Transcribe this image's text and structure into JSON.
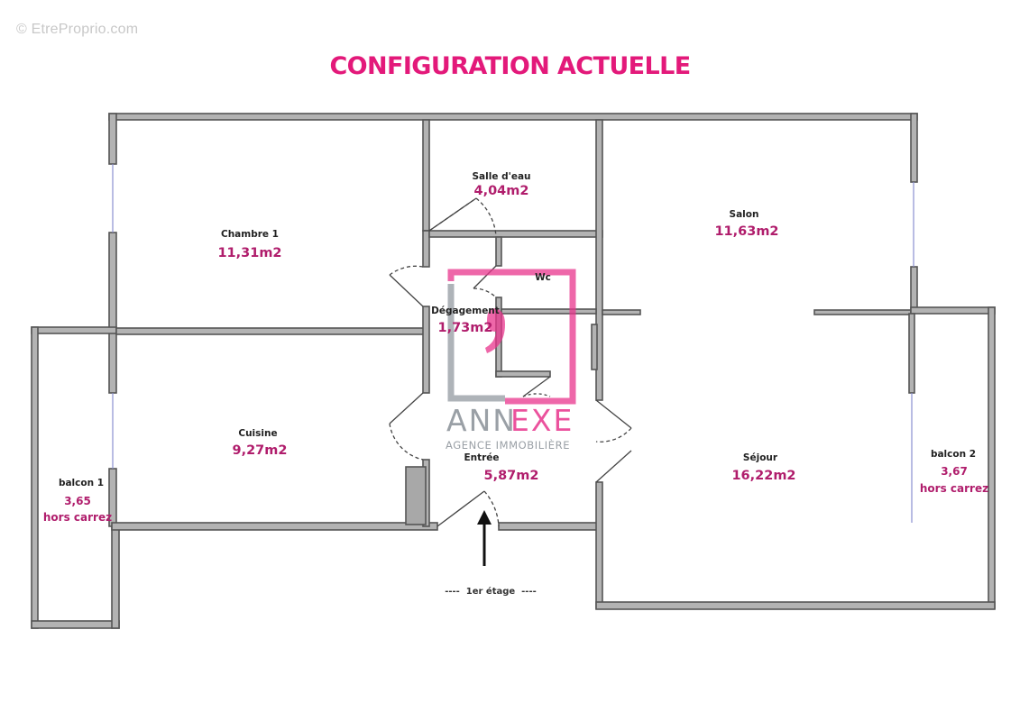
{
  "watermark_site": "© EtreProprio.com",
  "title": "CONFIGURATION ACTUELLE",
  "rooms": {
    "chambre1": {
      "name": "Chambre 1",
      "area": "11,31m2"
    },
    "salle_deau": {
      "name": "Salle d'eau",
      "area": "4,04m2"
    },
    "salon": {
      "name": "Salon",
      "area": "11,63m2"
    },
    "wc": {
      "name": "Wc"
    },
    "degagement": {
      "name": "Dégagement",
      "area": "1,73m2"
    },
    "cuisine": {
      "name": "Cuisine",
      "area": "9,27m2"
    },
    "entree": {
      "name": "Entrée",
      "area": "5,87m2"
    },
    "sejour": {
      "name": "Séjour",
      "area": "16,22m2"
    },
    "balcon1": {
      "name": "balcon 1",
      "area": "3,65",
      "note": "hors carrez"
    },
    "balcon2": {
      "name": "balcon 2",
      "area": "3,67",
      "note": "hors carrez"
    }
  },
  "floor_label": "----  1er étage  ----",
  "logo": {
    "word_a": "ANN",
    "word_b": "EXE",
    "subtitle": "AGENCE IMMOBILIÈRE",
    "pink": "#e8348c",
    "gray": "#9aa0a6"
  },
  "colors": {
    "title": "#e3197a",
    "area": "#b01d6c",
    "wall": "#b3b3b3",
    "wall_outline": "#555555"
  }
}
